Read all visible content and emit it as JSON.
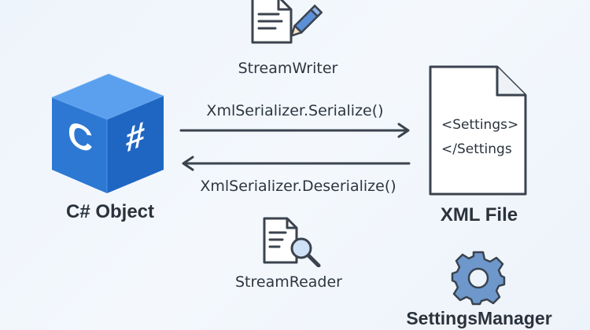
{
  "stream_writer": {
    "label": "StreamWriter",
    "icon": "document-pen-icon"
  },
  "stream_reader": {
    "label": "StreamReader",
    "icon": "document-search-icon"
  },
  "csharp_object": {
    "cube_left_glyph": "C",
    "cube_right_glyph": "#",
    "label": "C# Object",
    "color": "#2f7fd8"
  },
  "xml_file": {
    "open_tag": "<Settings>",
    "close_tag": "</Settings",
    "label": "XML File"
  },
  "serialize": {
    "label": "XmlSerializer.Serialize()",
    "direction": "right"
  },
  "deserialize": {
    "label": "XmlSerializer.Deserialize()",
    "direction": "left"
  },
  "settings_manager": {
    "label": "SettingsManager",
    "icon": "gear-icon",
    "color": "#6e98cc"
  }
}
